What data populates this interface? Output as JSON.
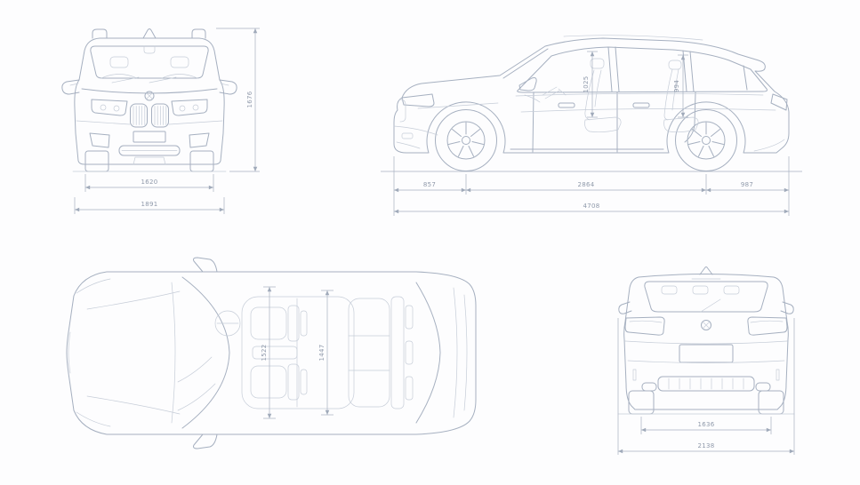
{
  "meta": {
    "background_color": "#fdfdfe",
    "line_color": "#a6b0c0",
    "detail_line_color": "#c6cdd8",
    "dimension_line_color": "#a7b0c0",
    "label_color": "#8f99aa"
  },
  "views": {
    "front": {
      "dims": {
        "track_width": "1620",
        "overall_width": "1891",
        "overall_height": "1676"
      }
    },
    "side": {
      "dims": {
        "front_overhang": "857",
        "wheelbase": "2864",
        "rear_overhang": "987",
        "overall_length": "4708",
        "front_headroom": "1025",
        "rear_headroom": "994"
      }
    },
    "top": {
      "dims": {
        "front_interior_width": "1522",
        "rear_interior_width": "1447"
      }
    },
    "rear": {
      "dims": {
        "rear_track_width": "1636",
        "width_incl_mirrors": "2138"
      }
    }
  }
}
